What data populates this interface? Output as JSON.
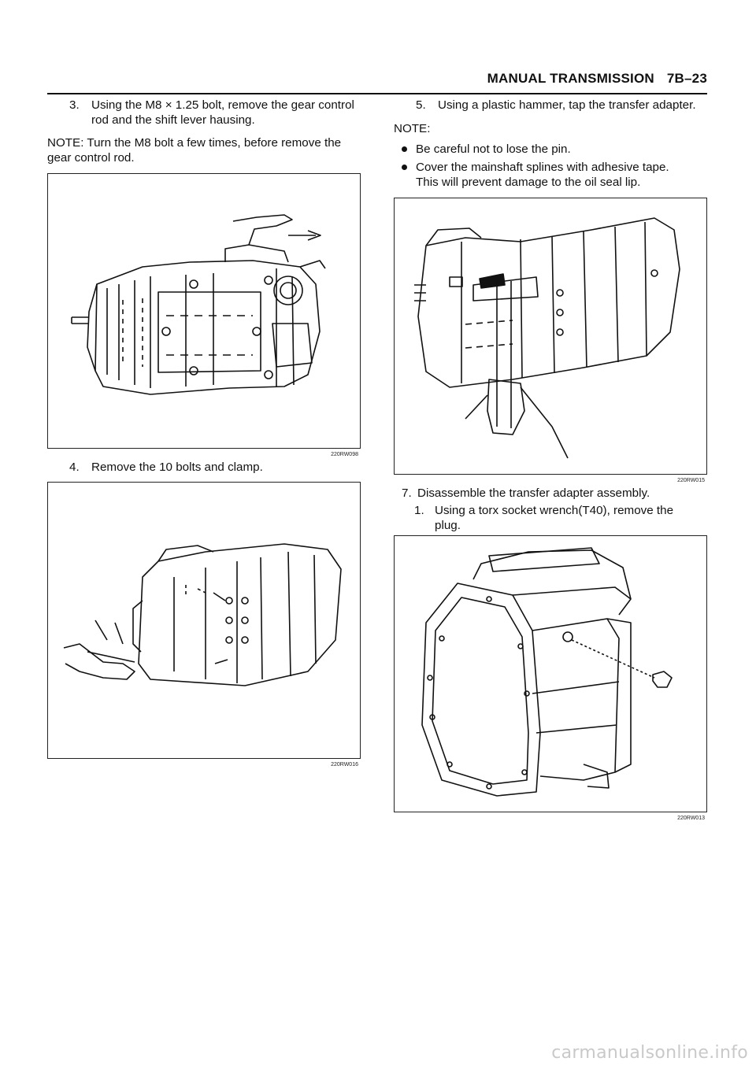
{
  "header": {
    "section": "MANUAL TRANSMISSION",
    "page": "7B–23"
  },
  "left": {
    "step3": {
      "num": "3.",
      "line1": "Using the M8 × 1.25 bolt, remove the gear control",
      "line2": "rod and the shift lever hausing."
    },
    "note": {
      "line1": "NOTE: Turn the M8 bolt a few times, before remove the",
      "line2": "gear control rod."
    },
    "fig1_id": "220RW098",
    "step4": {
      "num": "4.",
      "text": "Remove the 10 bolts and clamp."
    },
    "fig2_id": "220RW016"
  },
  "right": {
    "step5": {
      "num": "5.",
      "text": "Using a plastic hammer, tap the transfer adapter."
    },
    "note_label": "NOTE:",
    "bullets": [
      {
        "line1": "Be careful not to lose the pin.",
        "line2": ""
      },
      {
        "line1": "Cover the mainshaft splines with adhesive tape.",
        "line2": "This will prevent damage to the oil seal lip."
      }
    ],
    "fig3_id": "220RW015",
    "step7": {
      "num": "7.",
      "text": "Disassemble the transfer adapter assembly."
    },
    "sub1": {
      "num": "1.",
      "line1": "Using a torx socket wrench(T40), remove the",
      "line2": "plug."
    },
    "fig4_id": "220RW013"
  },
  "watermark": "carmanualsonline.info"
}
